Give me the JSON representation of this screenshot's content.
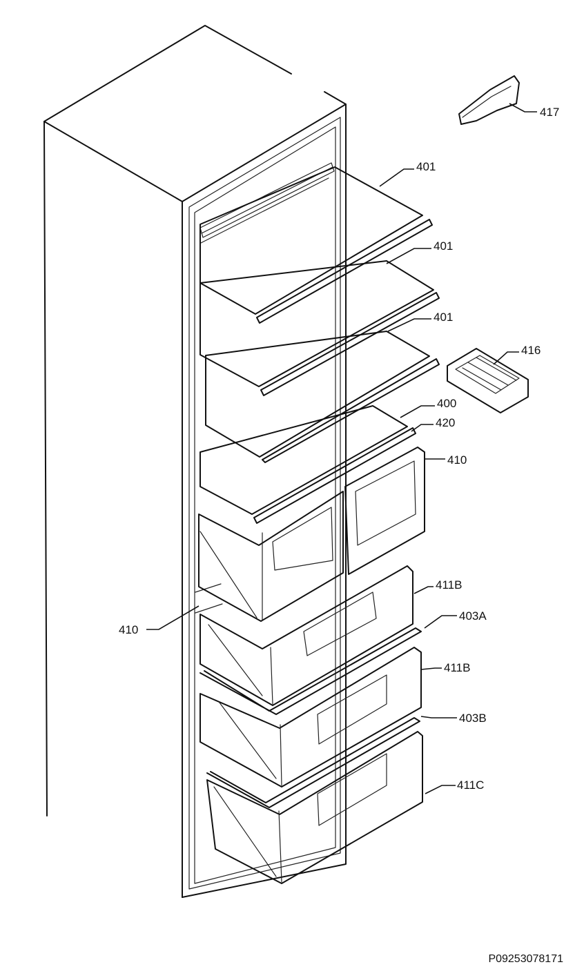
{
  "callouts": {
    "c417": "417",
    "c401a": "401",
    "c401b": "401",
    "c401c": "401",
    "c416": "416",
    "c400": "400",
    "c420": "420",
    "c410r": "410",
    "c411b1": "411B",
    "c410l": "410",
    "c403a": "403A",
    "c411b2": "411B",
    "c403b": "403B",
    "c411c": "411C"
  },
  "drawing_code": "P09253078171"
}
